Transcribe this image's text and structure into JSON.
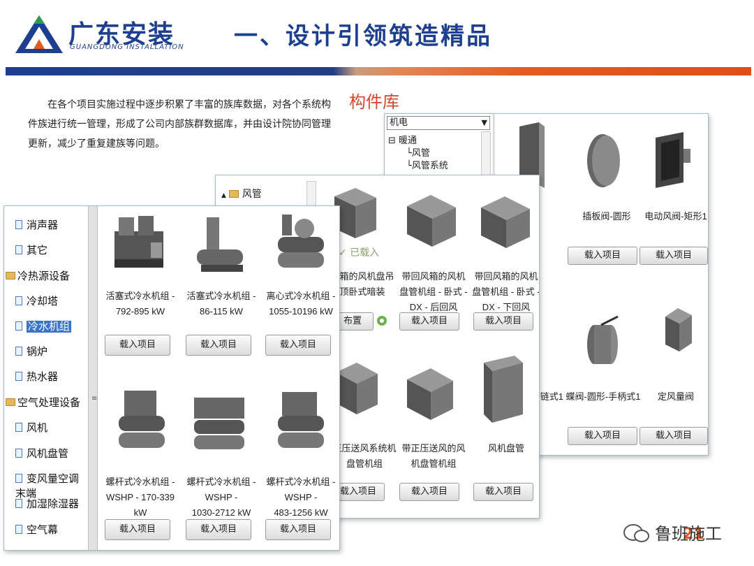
{
  "header": {
    "logo_cn": "广东安装",
    "logo_en": "GUANGDONG INSTALLATION",
    "title": "一、设计引领筑造精品"
  },
  "intro": "在各个项目实施过程中逐步积累了丰富的族库数据，对各个系统构件族进行统一管理，形成了公司内部族群数据库，并由设计院协同管理更新，减少了重复建族等问题。",
  "library_title": "构件库",
  "window_back": {
    "dropdown": "机电",
    "tree": [
      "暖通",
      "风管",
      "风管系统"
    ],
    "captions": [
      "插板阀-圆形",
      "电动风阀-矩形1",
      "链式1",
      "蝶阀-圆形-手柄式1",
      "定风量阀"
    ],
    "button_label": "载入项目"
  },
  "window_mid": {
    "folder": "风管",
    "loaded_label": "已载入",
    "place_label": "布置",
    "captions": [
      "风箱的风机盘吊顶卧式暗装",
      "带回风箱的风机盘管机组 - 卧式 - DX - 后回风",
      "带回风箱的风机盘管机组 - 卧式 - DX - 下回风",
      "正压送风系统机盘管机组",
      "带正压送风的风机盘管机组",
      "风机盘管"
    ],
    "button_label": "载入项目"
  },
  "window_front": {
    "list": [
      {
        "label": "消声器",
        "type": "item"
      },
      {
        "label": "其它",
        "type": "item"
      },
      {
        "label": "冷热源设备",
        "type": "folder"
      },
      {
        "label": "冷却塔",
        "type": "item"
      },
      {
        "label": "冷水机组",
        "type": "item",
        "selected": true
      },
      {
        "label": "锅炉",
        "type": "item"
      },
      {
        "label": "热水器",
        "type": "item"
      },
      {
        "label": "空气处理设备",
        "type": "folder"
      },
      {
        "label": "风机",
        "type": "item"
      },
      {
        "label": "风机盘管",
        "type": "item"
      },
      {
        "label": "变风量空调末端",
        "type": "item"
      },
      {
        "label": "加湿除湿器",
        "type": "item"
      },
      {
        "label": "空气幕",
        "type": "item"
      }
    ],
    "captions": [
      [
        "活塞式冷水机组 -",
        "792-895 kW"
      ],
      [
        "活塞式冷水机组 -",
        "86-115 kW"
      ],
      [
        "离心式冷水机组 -",
        "1055-10196 kW"
      ],
      [
        "螺杆式冷水机组 -",
        "WSHP - 170-339",
        "kW"
      ],
      [
        "螺杆式冷水机组 -",
        "WSHP -",
        "1030-2712 kW"
      ],
      [
        "螺杆式冷水机组 -",
        "WSHP -",
        "483-1256 kW"
      ]
    ],
    "button_label": "载入项目"
  },
  "footer": {
    "watermark": "鲁班施工",
    "page_number": "21"
  }
}
